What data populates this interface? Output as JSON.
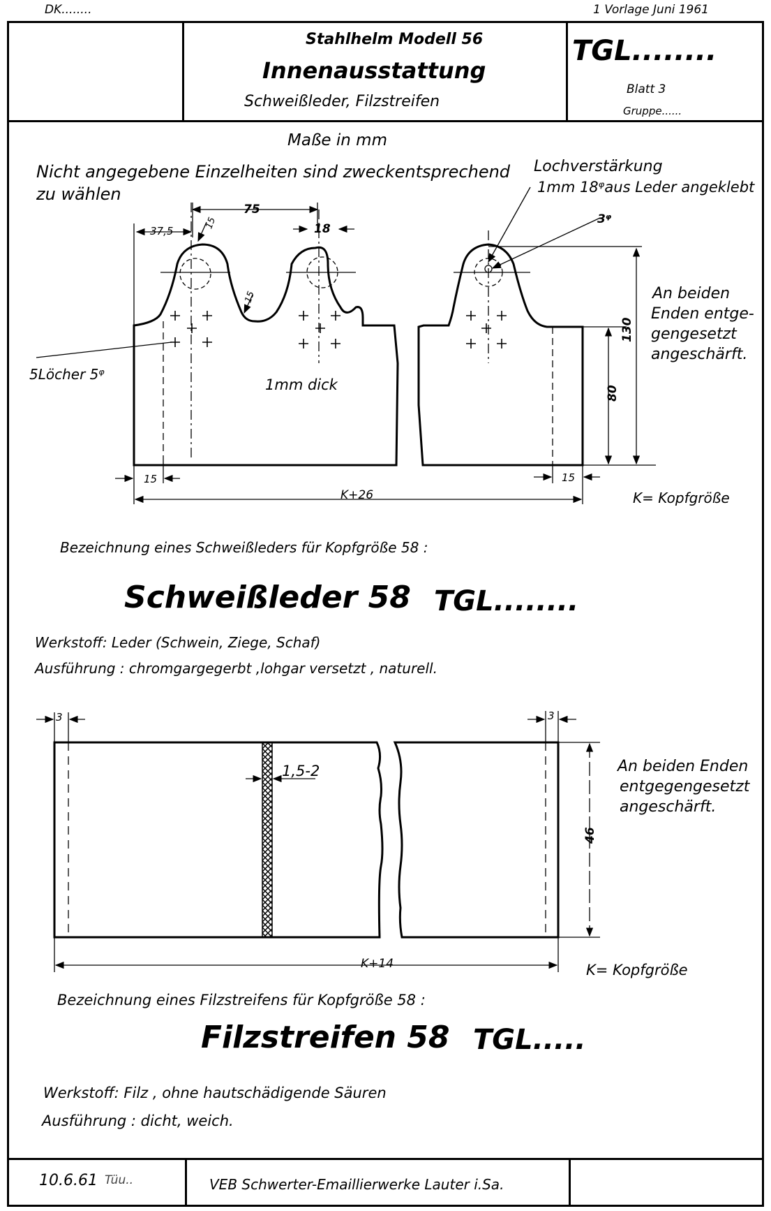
{
  "top_left": "DK........",
  "top_right": "1 Vorlage  Juni  1961",
  "header": {
    "line1": "Stahlhelm Modell 56",
    "line2": "Innenausstattung",
    "line3": "Schweißleder,  Filzstreifen",
    "tgl": "TGL........",
    "blatt": "Blatt 3",
    "gruppe": "Gruppe......"
  },
  "drawing1": {
    "units": "Maße in mm",
    "note_line1": "Nicht angegebene Einzelheiten sind zweckentsprechend",
    "note_line2": "zu wählen",
    "loch_line1": "Lochverstärkung",
    "loch_line2": "1mm  18ᵠaus  Leder angeklebt",
    "ends_line1": "An beiden",
    "ends_line2": "Enden entge-",
    "ends_line3": "gengesetzt",
    "ends_line4": "angeschärft.",
    "holes": "5Löcher 5ᵠ",
    "thickness": "1mm dick",
    "k_def": "K= Kopfgröße",
    "dims": {
      "d75": "75",
      "d37": "37,5",
      "d18": "18",
      "d3": "3ᵠ",
      "r1": "15",
      "r2": "15",
      "d130": "130",
      "d80": "80",
      "d15a": "15",
      "d15b": "15",
      "k26": "K+26"
    }
  },
  "designation1": {
    "label": "Bezeichnung  eines Schweißleders  für  Kopfgröße 58 :",
    "value": "Schweißleder 58",
    "tgl": "TGL........",
    "werkstoff": "Werkstoff:  Leder  (Schwein,  Ziege,  Schaf)",
    "ausfuehrung": "Ausführung : chromgargegerbt ,lohgar versetzt ,  naturell."
  },
  "drawing2": {
    "d3a": "3",
    "d3b": "3",
    "d15_2": "1,5-2",
    "d46": "46",
    "k14": "K+14",
    "ends_line1": "An beiden Enden",
    "ends_line2": "entgegengesetzt",
    "ends_line3": "angeschärft.",
    "k_def": "K= Kopfgröße"
  },
  "designation2": {
    "label": "Bezeichnung  eines  Filzstreifens  für  Kopfgröße 58 :",
    "value": "Filzstreifen 58",
    "tgl": "TGL.....",
    "werkstoff": "Werkstoff:  Filz ,  ohne  hautschädigende  Säuren",
    "ausfuehrung": "Ausführung :  dicht,  weich."
  },
  "footer": {
    "date": "10.6.61",
    "signature": "Tüu..",
    "company": "VEB  Schwerter-Emaillierwerke  Lauter i.Sa."
  }
}
